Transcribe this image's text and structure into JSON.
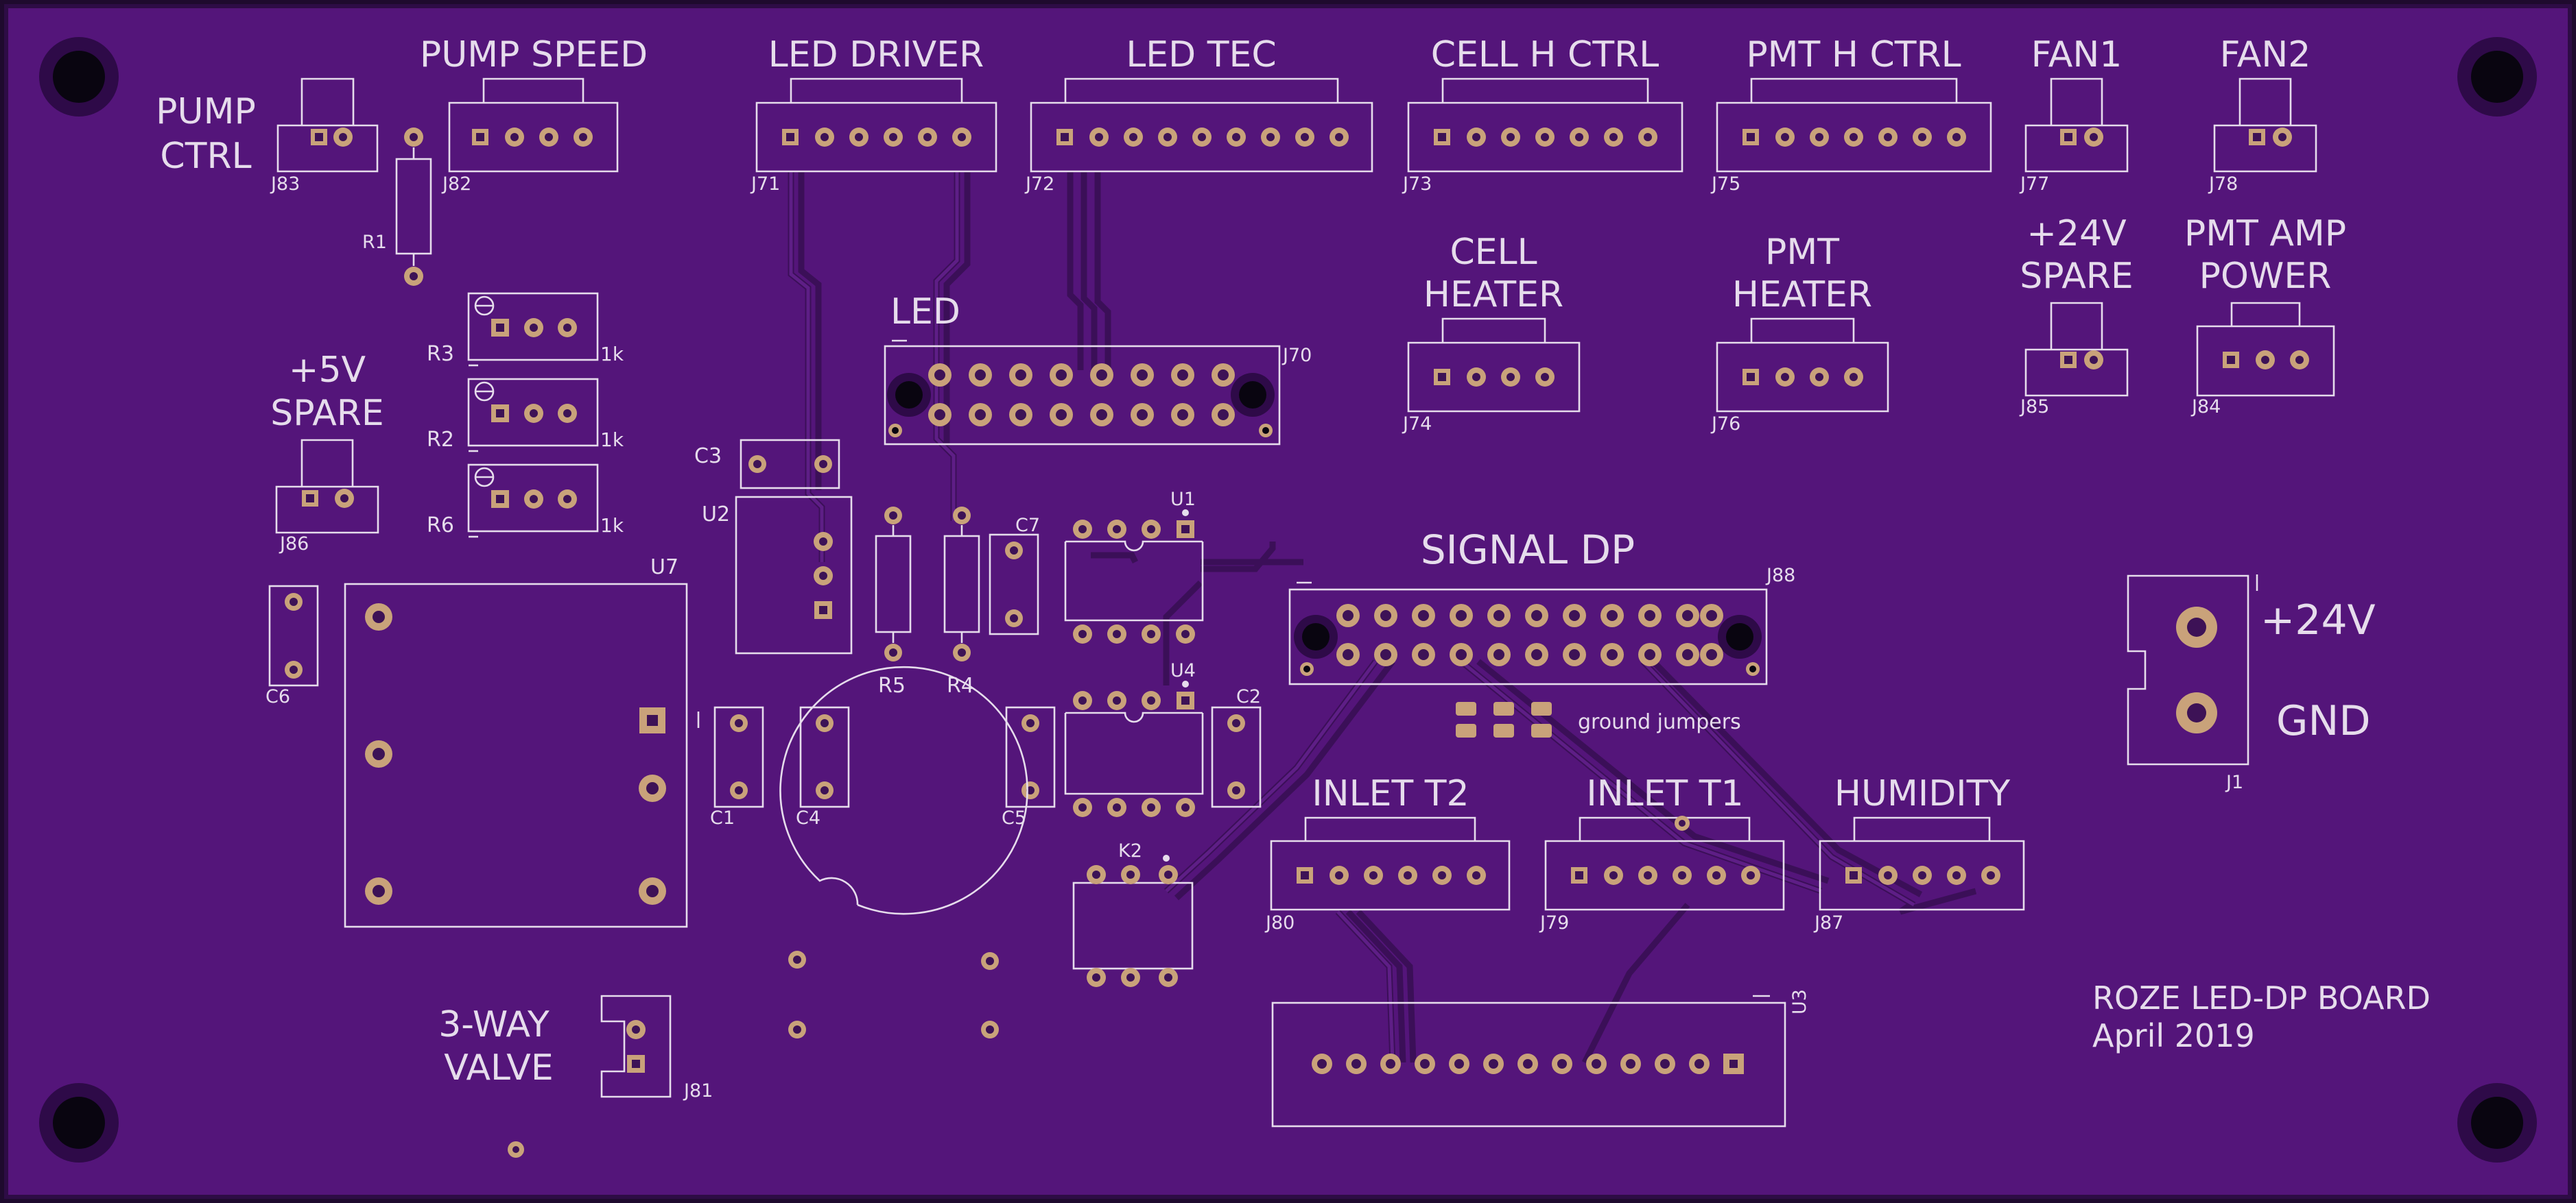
{
  "colors": {
    "board": "#54157a",
    "border": "#1f0a2e",
    "silkscreen": "#e6dcec",
    "pad": "#c9a27a",
    "mounting_hole": "#090510"
  },
  "board_title": "ROZE LED-DP BOARD",
  "board_date": "April 2019",
  "labels": {
    "pump_ctrl_1": "PUMP",
    "pump_ctrl_2": "CTRL",
    "pump_speed": "PUMP SPEED",
    "led_driver": "LED DRIVER",
    "led_tec": "LED TEC",
    "cell_h_ctrl": "CELL H CTRL",
    "pmt_h_ctrl": "PMT H CTRL",
    "fan1": "FAN1",
    "fan2": "FAN2",
    "cell_heater_1": "CELL",
    "cell_heater_2": "HEATER",
    "pmt_heater_1": "PMT",
    "pmt_heater_2": "HEATER",
    "spare24_1": "+24V",
    "spare24_2": "SPARE",
    "pmt_amp_1": "PMT AMP",
    "pmt_amp_2": "POWER",
    "led": "LED",
    "spare5_1": "+5V",
    "spare5_2": "SPARE",
    "signal_dp": "SIGNAL DP",
    "plus24v": "+24V",
    "gnd": "GND",
    "inlet_t2": "INLET T2",
    "inlet_t1": "INLET T1",
    "humidity": "HUMIDITY",
    "valve_1": "3-WAY",
    "valve_2": "VALVE",
    "ground_jumpers": "ground jumpers"
  },
  "refdes": {
    "j83": "J83",
    "j82": "J82",
    "r1": "R1",
    "j71": "J71",
    "j72": "J72",
    "j73": "J73",
    "j75": "J75",
    "j77": "J77",
    "j78": "J78",
    "j70": "J70",
    "j74": "J74",
    "j76": "J76",
    "j85": "J85",
    "j84": "J84",
    "j86": "J86",
    "r3": "R3",
    "r2": "R2",
    "r6": "R6",
    "r3_val": "1k",
    "r2_val": "1k",
    "r6_val": "1k",
    "c3": "C3",
    "u2": "U2",
    "u7": "U7",
    "c6": "C6",
    "r5": "R5",
    "r4": "R4",
    "c7": "C7",
    "u1": "U1",
    "u4": "U4",
    "c2": "C2",
    "c1": "C1",
    "c4": "C4",
    "c5": "C5",
    "k2": "K2",
    "j88": "J88",
    "j1": "J1",
    "j80": "J80",
    "j79": "J79",
    "j87": "J87",
    "u3": "U3",
    "j81": "J81"
  }
}
